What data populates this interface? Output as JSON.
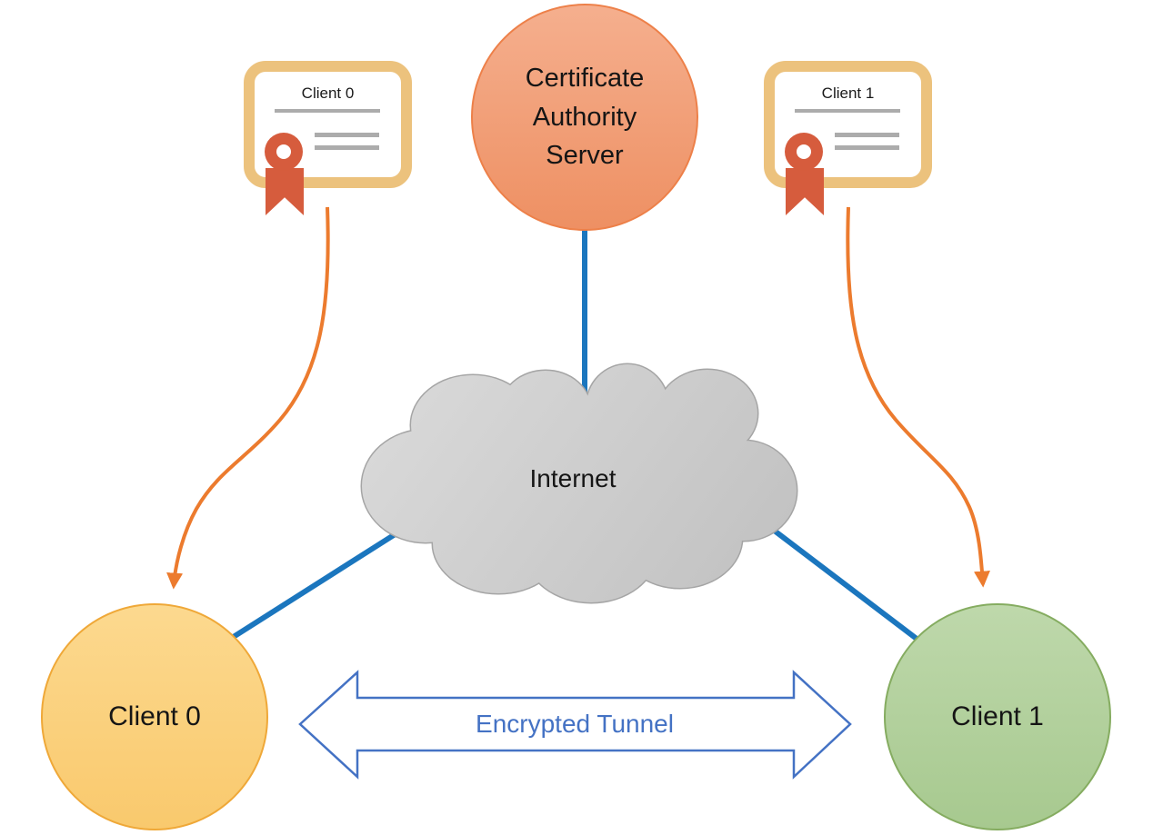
{
  "nodes": {
    "ca_server": {
      "label": "Certificate Authority Server",
      "shape": "circle"
    },
    "internet": {
      "label": "Internet",
      "shape": "cloud"
    },
    "client0": {
      "label": "Client 0",
      "shape": "circle"
    },
    "client1": {
      "label": "Client 1",
      "shape": "circle"
    }
  },
  "certificates": {
    "cert0": {
      "label": "Client 0",
      "icon": "certificate-icon"
    },
    "cert1": {
      "label": "Client 1",
      "icon": "certificate-icon"
    }
  },
  "tunnel": {
    "label": "Encrypted Tunnel",
    "style": "double-headed-outline-arrow"
  },
  "icons": {
    "certificate": "certificate-icon",
    "seal": "ribbon-seal-icon",
    "cloud": "internet-cloud-icon",
    "arrow": "curved-arrow-icon"
  },
  "colors": {
    "ca_fill_top": "#F5AF8E",
    "ca_fill_bottom": "#EE9063",
    "ca_border": "#ED8049",
    "c0_fill_top": "#FCD98F",
    "c0_fill_bottom": "#F9C96D",
    "c0_border": "#EFA838",
    "c1_fill_top": "#BED8AB",
    "c1_fill_bottom": "#A7C98F",
    "c1_border": "#85AC60",
    "cloud_light": "#D9D9D9",
    "cloud_dark": "#C2C2C2",
    "cloud_border": "#A5A5A5",
    "connector_blue": "#1B76BE",
    "orange_arrow": "#EC7B2E",
    "tunnel_blue": "#4472C4",
    "cert_frame": "#ECC27D",
    "cert_seal": "#D65C3D",
    "cert_line": "#ACACAC",
    "text_black": "#151515"
  }
}
